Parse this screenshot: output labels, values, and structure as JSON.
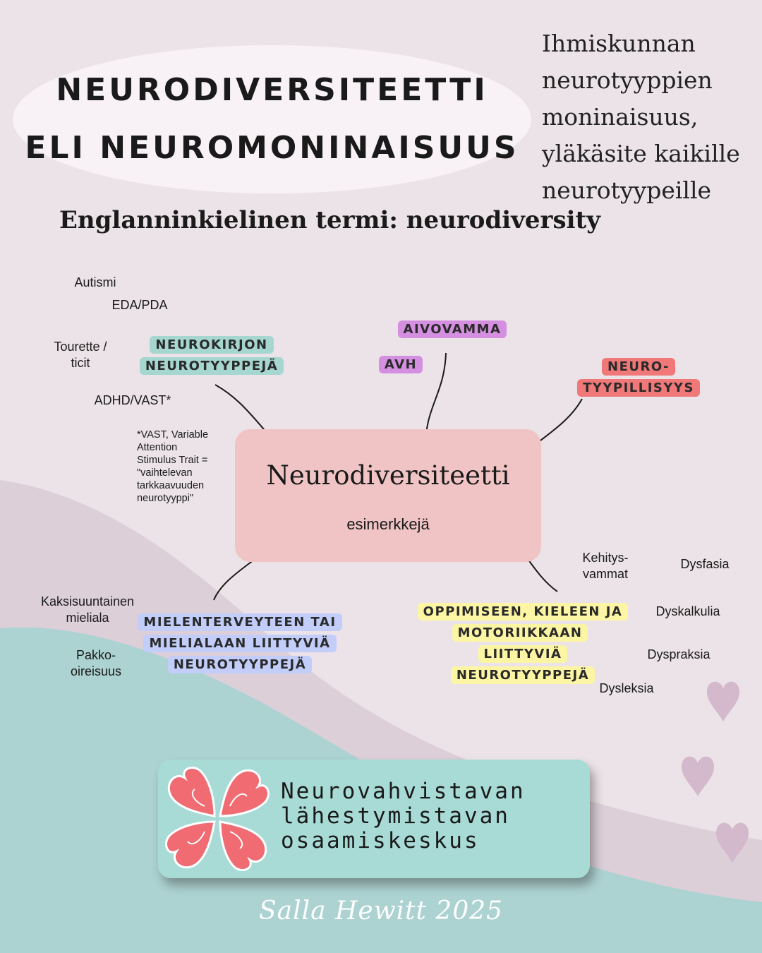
{
  "colors": {
    "background": "#ebe3e7",
    "hill_mauve": "#dccfd8",
    "hill_teal": "#acd2d2",
    "title_ellipse": "#f8f2f6",
    "center_box": "#f0c4c4",
    "tag_teal": "#a5d7d0",
    "tag_purple": "#d48fe0",
    "tag_red": "#f07878",
    "tag_blue": "#c2cdfa",
    "tag_yellow": "#fcf6a4",
    "logo_box": "#a8dbd5",
    "heart_logo": "#f06b72",
    "heart_deco": "#d4b8cc"
  },
  "title": {
    "line1": "NEURODIVERSITEETTI",
    "line2": "ELI NEUROMONINAISUUS"
  },
  "side_text": {
    "line1": "Ihmiskunnan",
    "line2": "neurotyyppien",
    "line3": "moninaisuus,",
    "line4": "yläkäsite kaikille",
    "line5": "neurotyypeille"
  },
  "subtitle": "Englanninkielinen termi: neurodiversity",
  "center": {
    "title": "Neurodiversiteetti",
    "subtitle": "esimerkkejä"
  },
  "tags": {
    "neurokirjo_1": "NEUROKIRJON",
    "neurokirjo_2": "NEUROTYYPPEJÄ",
    "aivovamma": "AIVOVAMMA",
    "avh": "AVH",
    "neurotyypillisyys_1": "NEURO-",
    "neurotyypillisyys_2": "TYYPILLISYYS",
    "mielenterveys_1": "MIELENTERVEYTEEN TAI",
    "mielenterveys_2": "MIELIALAAN LIITTYVIÄ",
    "mielenterveys_3": "NEUROTYYPPEJÄ",
    "oppiminen_1": "OPPIMISEEN, KIELEEN JA",
    "oppiminen_2": "MOTORIIKKAAN LIITTYVIÄ",
    "oppiminen_3": "NEUROTYYPPEJÄ"
  },
  "examples": {
    "autismi": "Autismi",
    "eda_pda": "EDA/PDA",
    "tourette_1": "Tourette /",
    "tourette_2": "ticit",
    "adhd_vast": "ADHD/VAST*",
    "kaksisuuntainen_1": "Kaksisuuntainen",
    "kaksisuuntainen_2": "mieliala",
    "pakko_1": "Pakko-",
    "pakko_2": "oireisuus",
    "kehitys_1": "Kehitys-",
    "kehitys_2": "vammat",
    "dysfasia": "Dysfasia",
    "dyskalkulia": "Dyskalkulia",
    "dyspraksia": "Dyspraksia",
    "dysleksia": "Dysleksia"
  },
  "note": {
    "line1": "*VAST, Variable",
    "line2": "Attention",
    "line3": "Stimulus Trait =",
    "line4": "\"vaihtelevan",
    "line5": "tarkkaavuuden",
    "line6": "neurotyyppi\""
  },
  "logo": {
    "line1": "Neurovahvistavan",
    "line2": "lähestymistavan",
    "line3": "osaamiskeskus"
  },
  "signature": "Salla Hewitt 2025"
}
